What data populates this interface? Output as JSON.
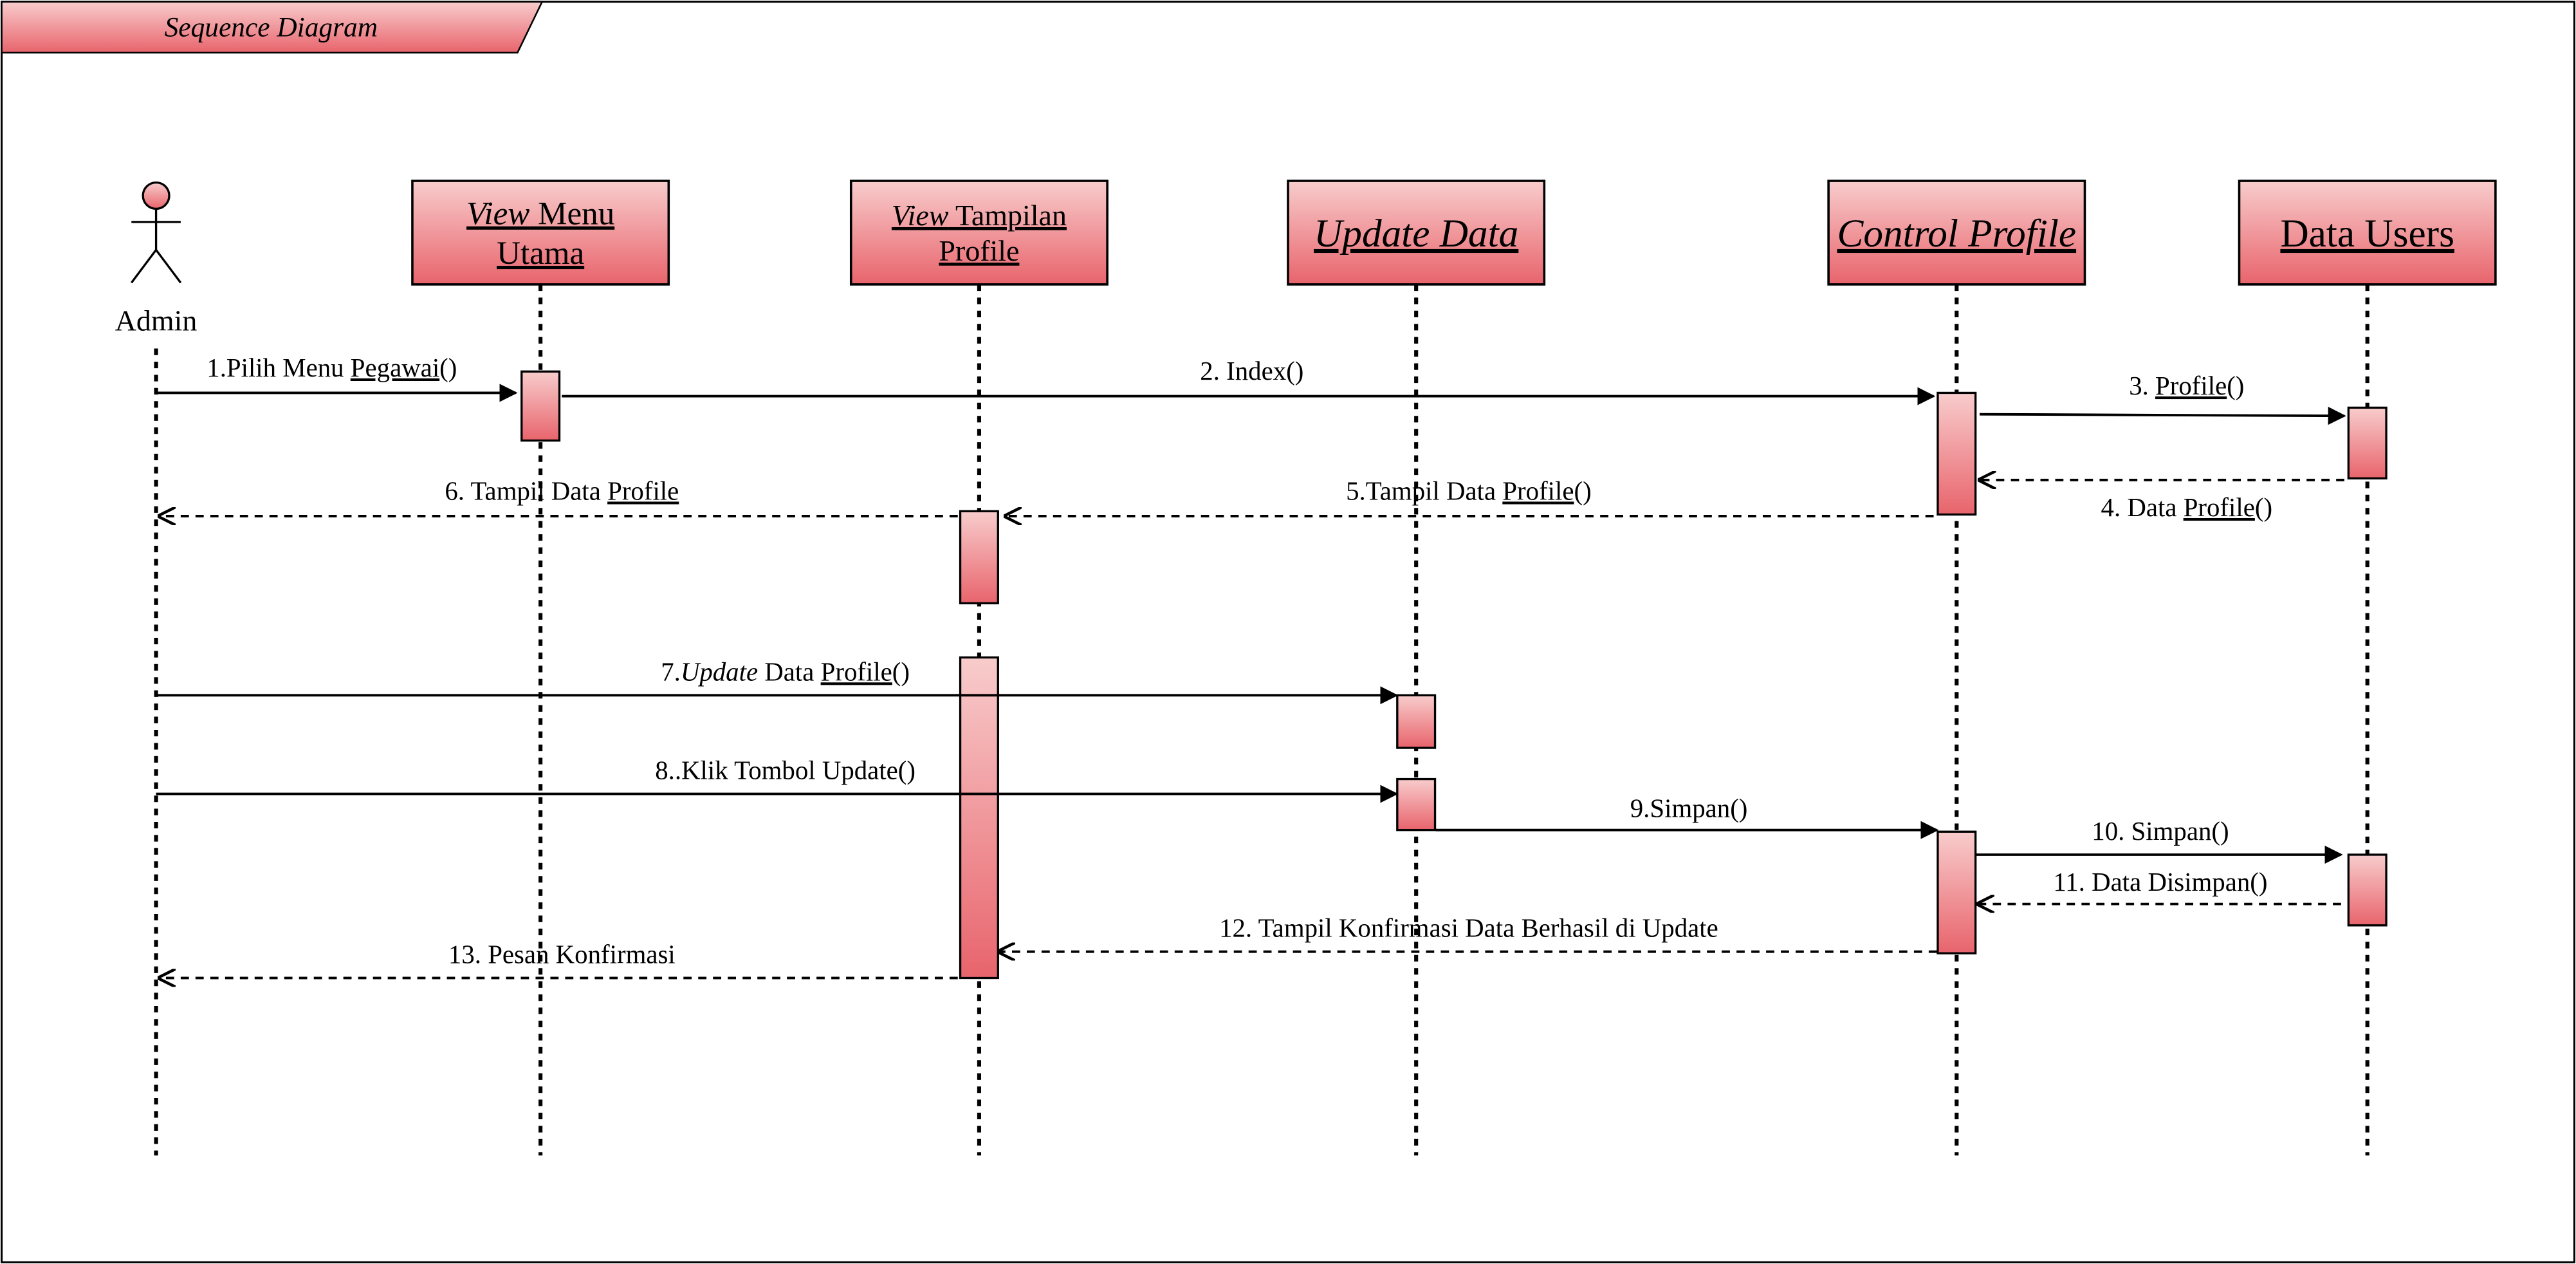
{
  "frame": {
    "title": "Sequence Diagram"
  },
  "colors": {
    "box_top": "#f8cccc",
    "box_bottom": "#e8646c",
    "stroke": "#000000"
  },
  "actor": {
    "id": "admin",
    "label": "Admin"
  },
  "participants": [
    {
      "id": "menu",
      "lines": [
        [
          {
            "t": "View",
            "i": true,
            "u": true
          },
          {
            "t": " Menu",
            "u": true
          }
        ],
        [
          {
            "t": "Utama",
            "u": true
          }
        ]
      ]
    },
    {
      "id": "profile",
      "lines": [
        [
          {
            "t": "View",
            "i": true,
            "u": true
          },
          {
            "t": " Tampilan",
            "u": true
          }
        ],
        [
          {
            "t": "Profile",
            "u": true
          }
        ]
      ]
    },
    {
      "id": "update",
      "lines": [
        [
          {
            "t": "Update Data",
            "i": true,
            "u": true
          }
        ]
      ]
    },
    {
      "id": "control",
      "lines": [
        [
          {
            "t": "Control Profile",
            "i": true,
            "u": true
          }
        ]
      ]
    },
    {
      "id": "users",
      "lines": [
        [
          {
            "t": "Data Users",
            "u": true
          }
        ]
      ]
    }
  ],
  "messages": [
    {
      "from": "admin",
      "to": "menu",
      "dashed": false,
      "parts": [
        {
          "t": "1.Pilih Menu "
        },
        {
          "t": "Pegawai",
          "u": true
        },
        {
          "t": "()"
        }
      ]
    },
    {
      "from": "menu",
      "to": "control",
      "dashed": false,
      "parts": [
        {
          "t": "2. Index()"
        }
      ]
    },
    {
      "from": "control",
      "to": "users",
      "dashed": false,
      "parts": [
        {
          "t": "3. "
        },
        {
          "t": "Profile",
          "u": true
        },
        {
          "t": "()"
        }
      ]
    },
    {
      "from": "users",
      "to": "control",
      "dashed": true,
      "parts": [
        {
          "t": "4. Data "
        },
        {
          "t": "Profile",
          "u": true
        },
        {
          "t": "()"
        }
      ]
    },
    {
      "from": "control",
      "to": "profile",
      "dashed": true,
      "parts": [
        {
          "t": "5.Tampil Data "
        },
        {
          "t": "Profile",
          "u": true
        },
        {
          "t": "()"
        }
      ]
    },
    {
      "from": "profile",
      "to": "admin",
      "dashed": true,
      "parts": [
        {
          "t": "6. Tampil Data "
        },
        {
          "t": "Profile",
          "u": true
        }
      ]
    },
    {
      "from": "admin",
      "to": "update",
      "dashed": false,
      "parts": [
        {
          "t": "7."
        },
        {
          "t": "Update",
          "i": true
        },
        {
          "t": " Data "
        },
        {
          "t": "Profile",
          "u": true
        },
        {
          "t": "()"
        }
      ]
    },
    {
      "from": "admin",
      "to": "update",
      "dashed": false,
      "parts": [
        {
          "t": "8..Klik Tombol Update()"
        }
      ]
    },
    {
      "from": "update",
      "to": "control",
      "dashed": false,
      "parts": [
        {
          "t": "9.Simpan()"
        }
      ]
    },
    {
      "from": "control",
      "to": "users",
      "dashed": false,
      "parts": [
        {
          "t": "10. Simpan()"
        }
      ]
    },
    {
      "from": "users",
      "to": "control",
      "dashed": true,
      "parts": [
        {
          "t": "11. Data Disimpan()"
        }
      ]
    },
    {
      "from": "control",
      "to": "profile",
      "dashed": true,
      "parts": [
        {
          "t": "12. Tampil Konfirmasi Data Berhasil di Update"
        }
      ]
    },
    {
      "from": "profile",
      "to": "admin",
      "dashed": true,
      "parts": [
        {
          "t": "13. Pesan Konfirmasi"
        }
      ]
    }
  ]
}
